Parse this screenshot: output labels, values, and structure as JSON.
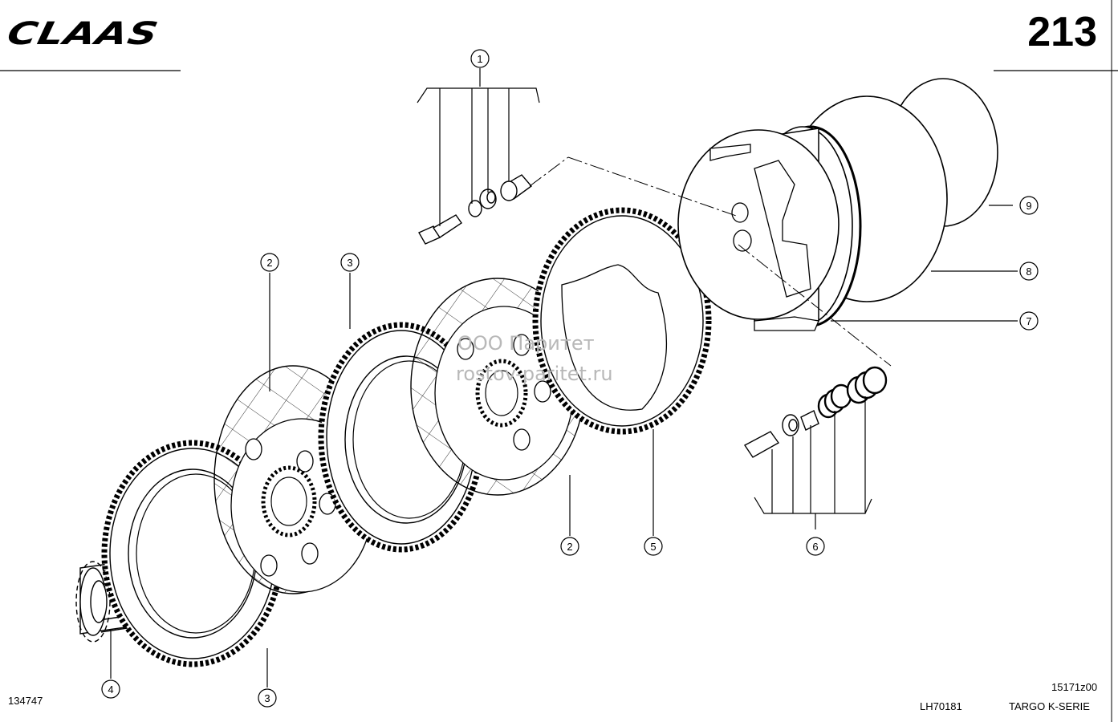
{
  "header": {
    "brand": "CLAAS",
    "page_number": "213"
  },
  "watermark": {
    "line1": "ООО Паритет",
    "line2": "rostov-paritet.ru"
  },
  "callouts": [
    {
      "id": "c1",
      "label": "1"
    },
    {
      "id": "c2a",
      "label": "2"
    },
    {
      "id": "c2b",
      "label": "2"
    },
    {
      "id": "c3a",
      "label": "3"
    },
    {
      "id": "c3b",
      "label": "3"
    },
    {
      "id": "c4",
      "label": "4"
    },
    {
      "id": "c5",
      "label": "5"
    },
    {
      "id": "c6",
      "label": "6"
    },
    {
      "id": "c7",
      "label": "7"
    },
    {
      "id": "c8",
      "label": "8"
    },
    {
      "id": "c9",
      "label": "9"
    }
  ],
  "footer": {
    "left_code": "134747",
    "center_code": "LH70181",
    "right_code": "15171z00",
    "series": "TARGO K-SERIE"
  }
}
